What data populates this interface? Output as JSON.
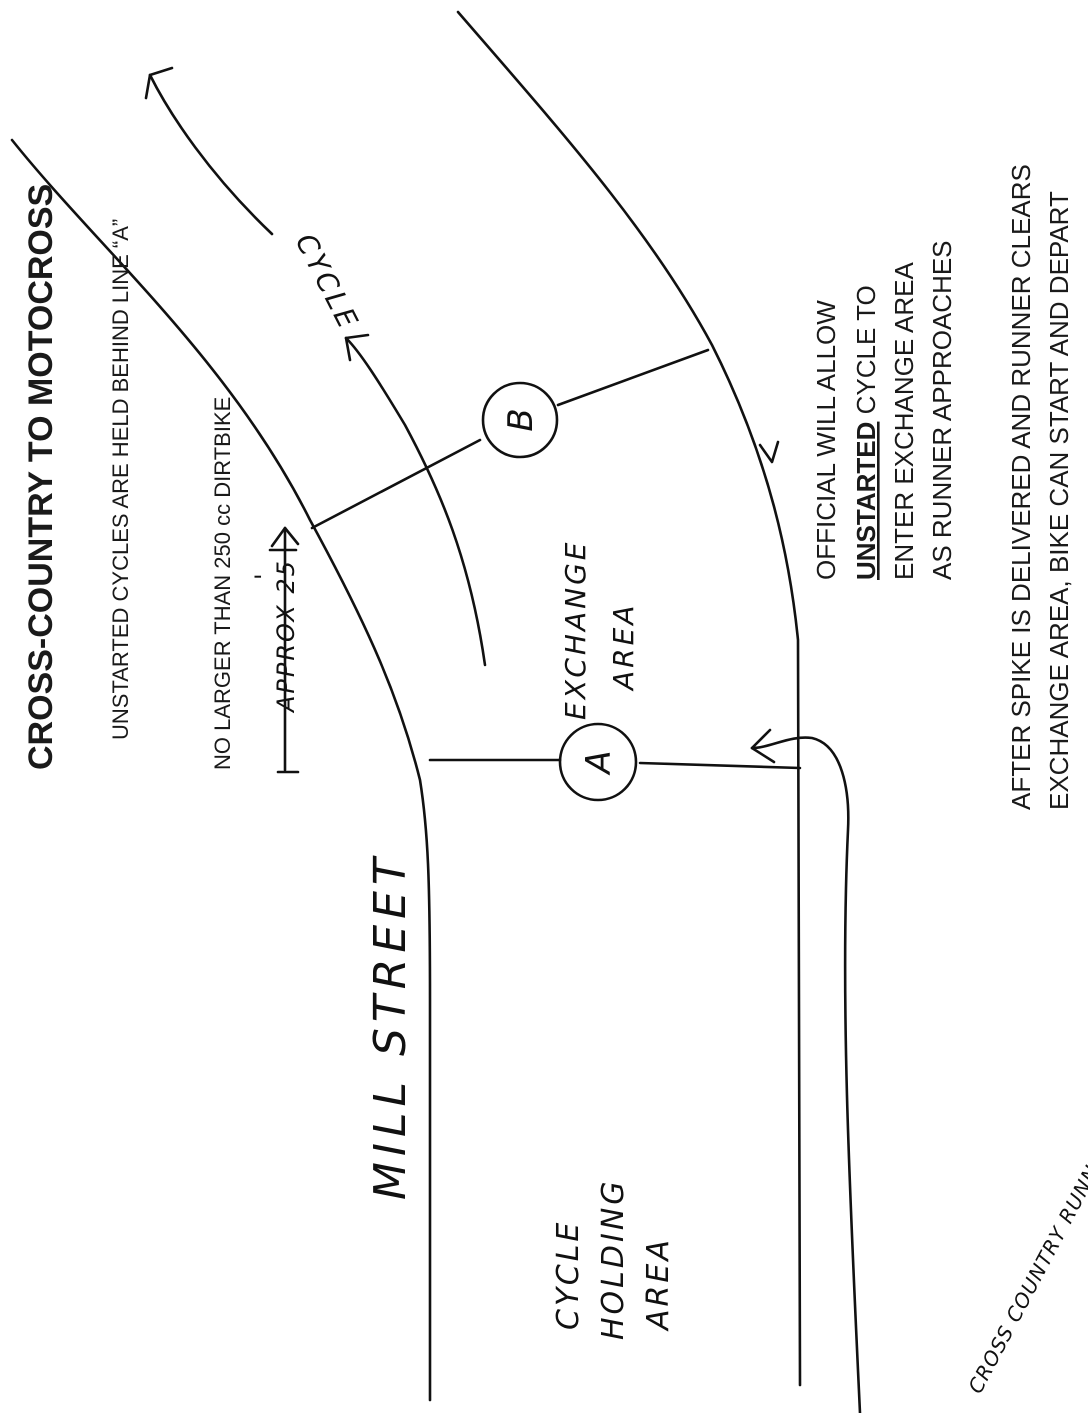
{
  "title": "CROSS-COUNTRY TO MOTOCROSS",
  "notes": {
    "held_behind": "UNSTARTED CYCLES ARE HELD BEHIND LINE “A”",
    "size_limit": "NO LARGER THAN 250 cc DIRTBIKE",
    "official_line1": "OFFICIAL WILL ALLOW",
    "official_line2_bold": "UNSTARTED",
    "official_line2_rest": " CYCLE TO",
    "official_line3": "ENTER EXCHANGE AREA",
    "official_line4": "AS RUNNER APPROACHES",
    "depart_line1": "AFTER SPIKE IS DELIVERED AND RUNNER CLEARS",
    "depart_line2": "EXCHANGE AREA, BIKE CAN START AND DEPART"
  },
  "labels": {
    "street": "MILL STREET",
    "holding_line1": "CYCLE",
    "holding_line2": "HOLDING",
    "holding_line3": "AREA",
    "exchange_line1": "EXCHANGE",
    "exchange_line2": "AREA",
    "approx": "APPROX 25",
    "approx_mark": "'",
    "line_a": "A",
    "line_b": "B",
    "cycle": "CYCLE",
    "runner": "CROSS COUNTRY RUNNER"
  },
  "colors": {
    "ink": "#111111",
    "paper": "#ffffff"
  }
}
